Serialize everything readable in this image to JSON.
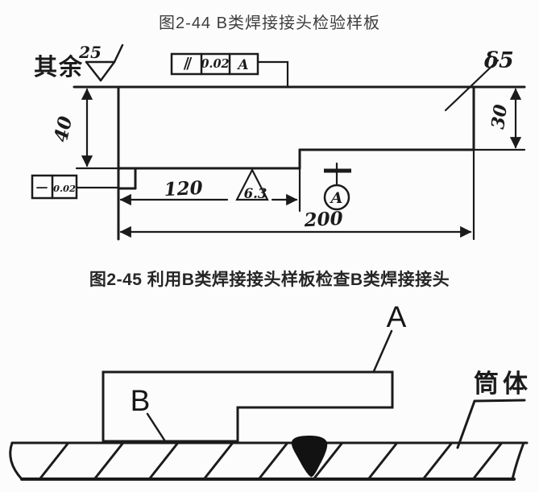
{
  "page": {
    "background": "#fcfcfc",
    "ink_color": "#1b1b1b",
    "caption_color": "#333333"
  },
  "figure_2_44": {
    "caption": "图2-44  B类焊接接头检验样板",
    "general_roughness_prefix": "其余",
    "general_roughness_value": "25",
    "parallelism_frame": {
      "symbol": "∥",
      "tolerance": "0.02",
      "datum": "A"
    },
    "straightness_frame": {
      "symbol": "—",
      "tolerance": "0.02"
    },
    "plate_thickness": "δ5",
    "dim_left_height": "40",
    "dim_right_height": "30",
    "dim_lower_length": "120",
    "dim_overall_length": "200",
    "bottom_surface_roughness": "6.3",
    "datum_label": "A"
  },
  "figure_2_45": {
    "caption": "图2-45  利用B类焊接接头样板检查B类焊接接头",
    "template_label": "A",
    "working_edge_label": "B",
    "shell_label": "筒体"
  }
}
